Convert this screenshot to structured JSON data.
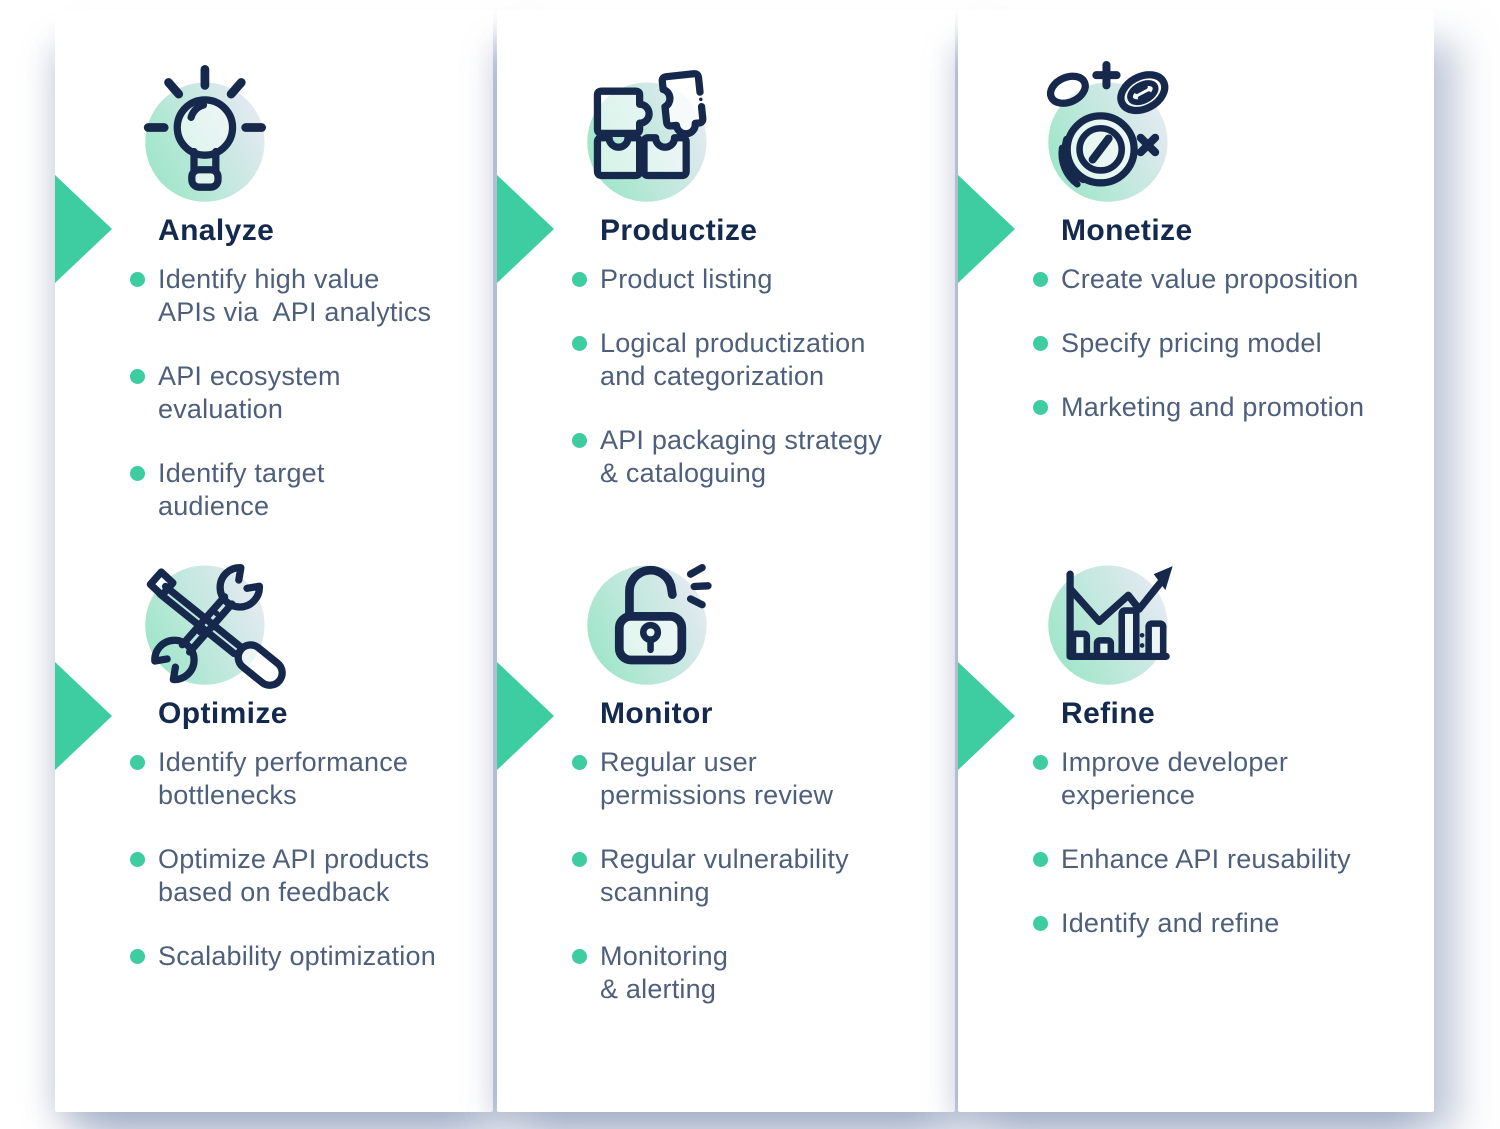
{
  "palette": {
    "accent": "#3ECDA0",
    "heading": "#14294E",
    "body": "#4E5F7C",
    "icon_stroke": "#16294D",
    "circle_gradient_start": "#9DE6C8",
    "circle_gradient_end": "#E7EAF3",
    "background": "#FFFFFF"
  },
  "sections": [
    {
      "id": "analyze",
      "title": "Analyze",
      "icon": "lightbulb-icon",
      "bullets": [
        "Identify high value\nAPIs via  API analytics",
        "API ecosystem\nevaluation",
        "Identify target\naudience"
      ]
    },
    {
      "id": "productize",
      "title": "Productize",
      "icon": "puzzle-icon",
      "bullets": [
        "Product listing",
        "Logical productization\nand categorization",
        "API packaging strategy\n& cataloguing"
      ]
    },
    {
      "id": "monetize",
      "title": "Monetize",
      "icon": "coins-icon",
      "bullets": [
        "Create value proposition",
        "Specify pricing model",
        "Marketing and promotion"
      ]
    },
    {
      "id": "optimize",
      "title": "Optimize",
      "icon": "tools-icon",
      "bullets": [
        "Identify performance\nbottlenecks",
        "Optimize API products\nbased on feedback",
        "Scalability optimization"
      ]
    },
    {
      "id": "monitor",
      "title": "Monitor",
      "icon": "padlock-icon",
      "bullets": [
        "Regular user\npermissions review",
        "Regular vulnerability\nscanning",
        "Monitoring\n& alerting"
      ]
    },
    {
      "id": "refine",
      "title": "Refine",
      "icon": "growth-chart-icon",
      "bullets": [
        "Improve developer\nexperience",
        "Enhance API reusability",
        "Identify and refine"
      ]
    }
  ]
}
